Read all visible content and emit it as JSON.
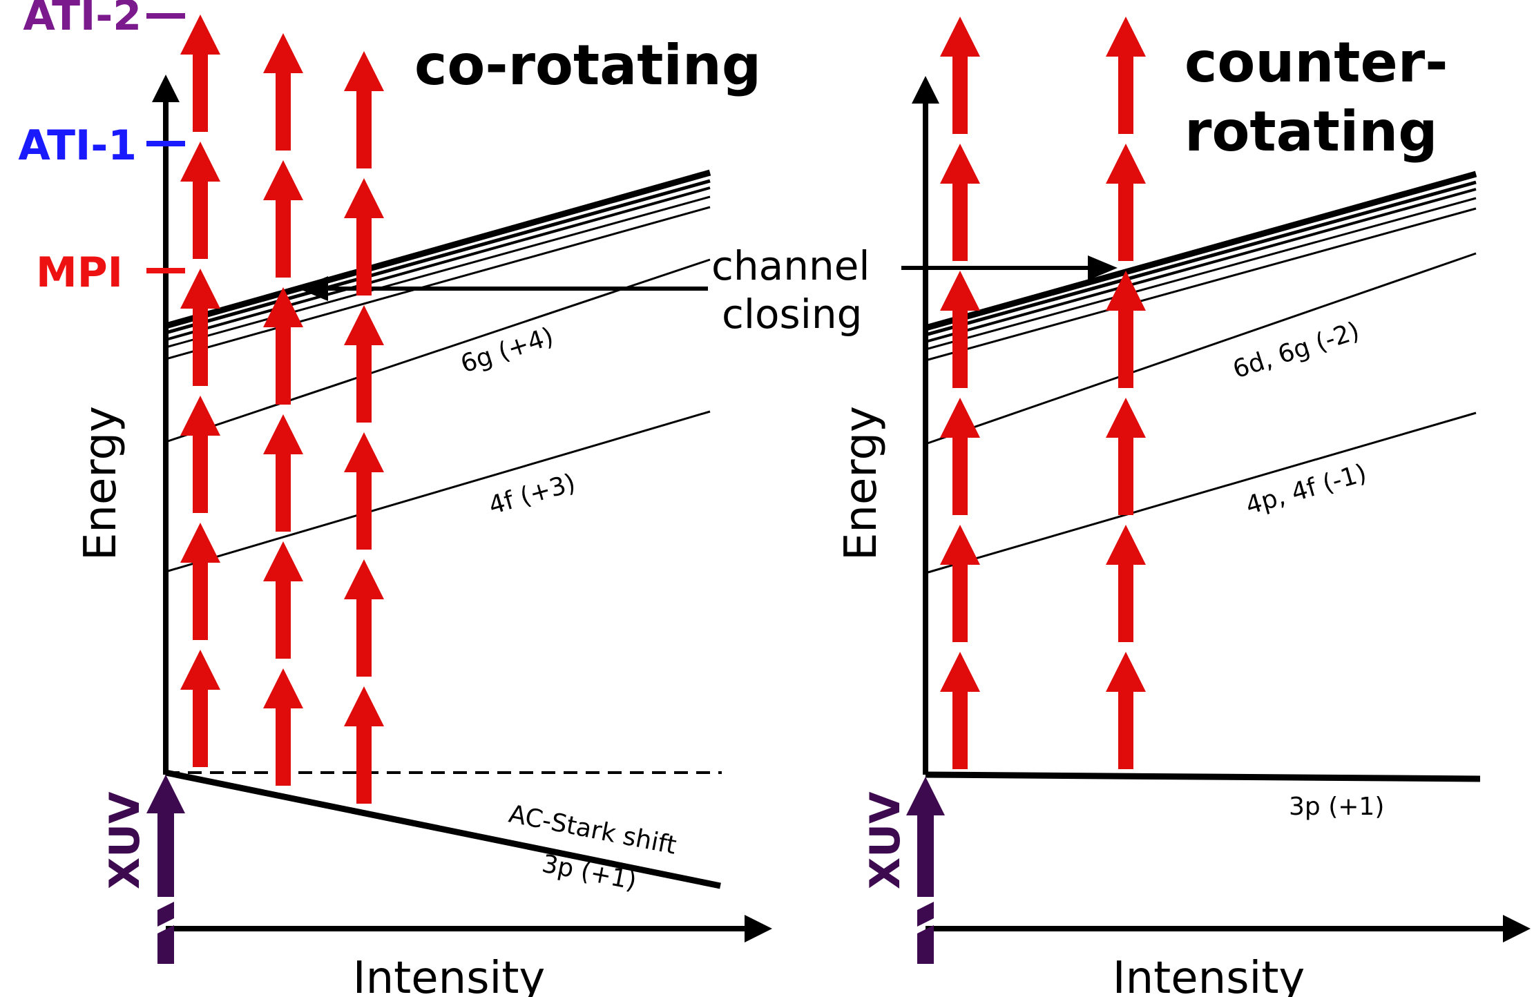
{
  "left_panel": {
    "title_line1": "co-rotating",
    "y_axis_label": "Energy",
    "x_axis_label": "Intensity",
    "pump_label": "XUV",
    "state_labels": [
      "6g (+4)",
      "4f (+3)"
    ],
    "stark_label": "AC-Stark shift",
    "ground_label": "3p (+1)"
  },
  "right_panel": {
    "title_line1": "counter-",
    "title_line2": "rotating",
    "y_axis_label": "Energy",
    "x_axis_label": "Intensity",
    "pump_label": "XUV",
    "state_labels": [
      "6d, 6g (-2)",
      "4p, 4f (-1)"
    ],
    "ground_label": "3p (+1)"
  },
  "annotation": {
    "line1": "channel",
    "line2": "closing"
  },
  "levels": [
    {
      "label": "ATI-2",
      "color": "#7a1a8c"
    },
    {
      "label": "ATI-1",
      "color": "#1a1aff"
    },
    {
      "label": "MPI",
      "color": "#ee1111"
    }
  ],
  "colors": {
    "photon_arrow": "#e00b0b",
    "xuv_arrow": "#3d0a4f",
    "lines": "#000000"
  }
}
